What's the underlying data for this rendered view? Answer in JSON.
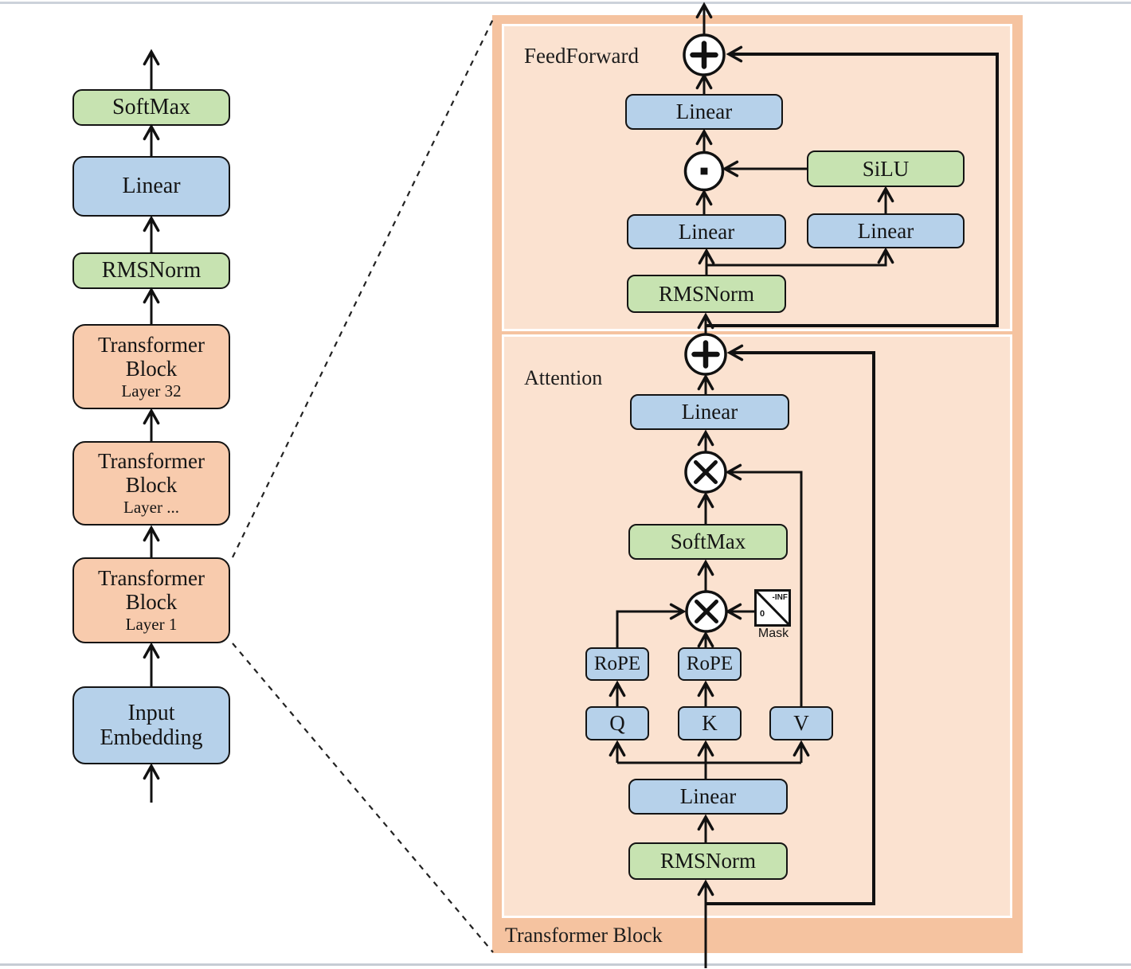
{
  "colors": {
    "blue_box": "#b6d1ea",
    "green_box": "#c7e3b1",
    "peach_box": "#f8cbad",
    "panel_outer": "#f5c3a0",
    "panel_inner": "#fbe2d0"
  },
  "left_stack": {
    "softmax": "SoftMax",
    "linear": "Linear",
    "rmsnorm": "RMSNorm",
    "block_top": {
      "l1": "Transformer",
      "l2": "Block",
      "l3": "Layer 32"
    },
    "block_mid": {
      "l1": "Transformer",
      "l2": "Block",
      "l3": "Layer ..."
    },
    "block_bottom": {
      "l1": "Transformer",
      "l2": "Block",
      "l3": "Layer 1"
    },
    "input": {
      "l1": "Input",
      "l2": "Embedding"
    }
  },
  "panel": {
    "title": "Transformer Block",
    "feedforward": {
      "label": "FeedForward",
      "linear_down": "Linear",
      "silu": "SiLU",
      "linear_gate": "Linear",
      "linear_up": "Linear",
      "rmsnorm": "RMSNorm"
    },
    "attention": {
      "label": "Attention",
      "linear_out": "Linear",
      "softmax": "SoftMax",
      "rope_q": "RoPE",
      "rope_k": "RoPE",
      "q": "Q",
      "k": "K",
      "v": "V",
      "linear_qkv": "Linear",
      "rmsnorm": "RMSNorm",
      "mask": {
        "zero": "0",
        "neg_inf": "-INF",
        "label": "Mask"
      }
    }
  }
}
